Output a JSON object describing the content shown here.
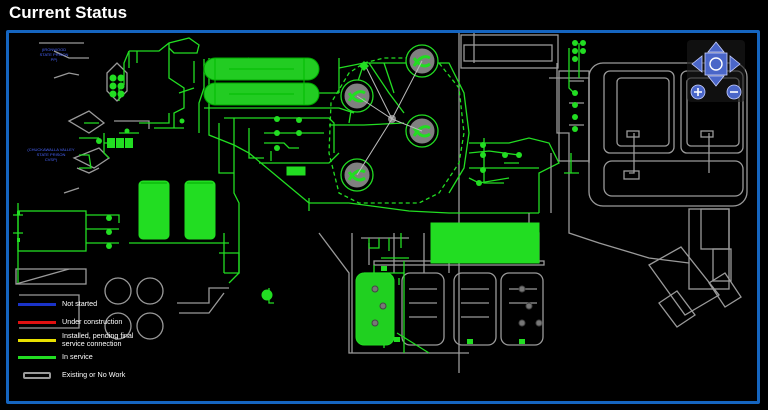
{
  "page": {
    "title": "Current Status"
  },
  "labels": {
    "facility1": [
      "(IRONWOOD",
      "STATE PRISON",
      "PP)"
    ],
    "facility2": [
      "(CHUCKAWALLA VALLEY",
      "STATE PRISON",
      "CVSP)"
    ]
  },
  "legend": [
    {
      "label": "Not started",
      "color": "#1a33c8",
      "style": "line"
    },
    {
      "label": "Under construction",
      "color": "#e01010",
      "style": "line"
    },
    {
      "label": "Installed, pending final service connection",
      "color": "#e8e000",
      "style": "line"
    },
    {
      "label": "In service",
      "color": "#22dd22",
      "style": "line"
    },
    {
      "label": "Existing or No Work",
      "color": "#9a9a9a",
      "style": "box"
    }
  ],
  "nav": {
    "icons": [
      "pan-up-icon",
      "pan-left-icon",
      "pan-right-icon",
      "pan-down-icon",
      "zoom-in-icon",
      "zoom-out-icon"
    ]
  },
  "colors": {
    "accent": "#1565c0",
    "green": "#22dd22",
    "gray": "#9a9a9a",
    "navBlue": "#4a66c8"
  }
}
